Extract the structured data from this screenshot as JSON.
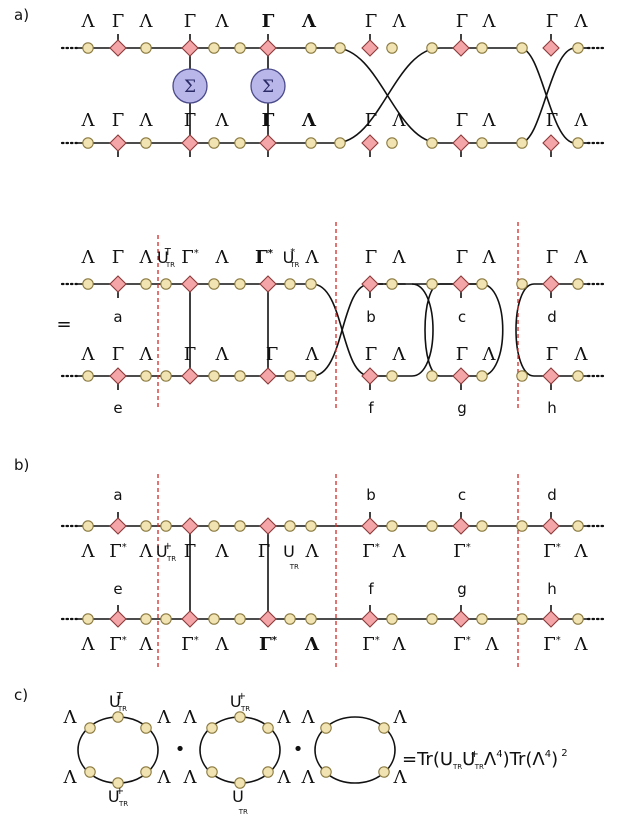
{
  "panels": {
    "a": "a)",
    "b": "b)",
    "c": "c)"
  },
  "symbols": {
    "lambda": "Λ",
    "gamma": "Γ",
    "gamma_star": "Γ*",
    "sigma": "Σ",
    "equals": "="
  },
  "site_letters": [
    "a",
    "b",
    "c",
    "d",
    "e",
    "f",
    "g",
    "h"
  ],
  "operators": {
    "u": "U",
    "tr": "TR",
    "transpose_mark": "T",
    "dagger_mark": "+",
    "star_mark": "*"
  },
  "panel_c_formula": {
    "lead": "=Tr(U",
    "mid": "U",
    "tail": "Λ",
    "pow": "4",
    "close": ")Tr(Λ",
    "pow2": "4",
    "end": ")",
    "square": "2"
  },
  "colors": {
    "site_fill": "#f2e3b2",
    "site_stroke": "#8a7a40",
    "tensor_fill": "#f4a5a7",
    "tensor_stroke": "#8c3a3a",
    "sigma_fill": "#b9b6ea",
    "sigma_stroke": "#4b4a8a",
    "cut_line": "#d42a2a"
  }
}
